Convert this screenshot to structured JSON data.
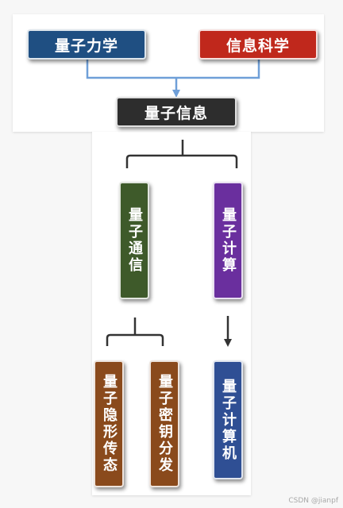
{
  "top": {
    "quantum_mechanics": {
      "label": "量子力学",
      "color": "#1f4f82"
    },
    "information_science": {
      "label": "信息科学",
      "color": "#c0281c"
    },
    "quantum_information": {
      "label": "量子信息",
      "color": "#2d2d2d"
    }
  },
  "branches": {
    "quantum_communication": {
      "label": "量子通信",
      "color": "#3e5a2a"
    },
    "quantum_computing": {
      "label": "量子计算",
      "color": "#6a2f9e"
    }
  },
  "leaves": {
    "quantum_teleportation": {
      "label": "量子隐形传态",
      "color": "#8a4a1c"
    },
    "quantum_key_distribution": {
      "label": "量子密钥分发",
      "color": "#8a4a1c"
    },
    "quantum_computer": {
      "label": "量子计算机",
      "color": "#2f4f94"
    }
  },
  "colors": {
    "connector_top": "#6f9fd8",
    "connector_bottom": "#333333"
  },
  "watermark": "CSDN @jianpf"
}
